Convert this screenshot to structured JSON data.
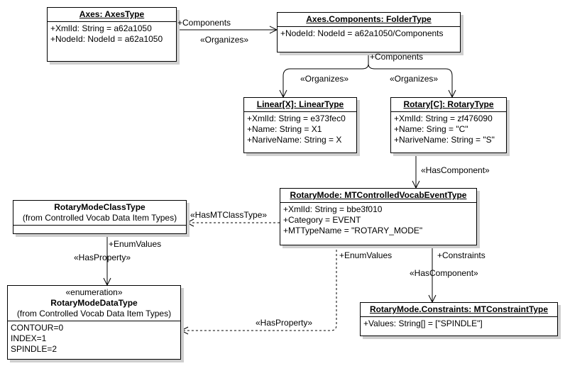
{
  "colors": {
    "line": "#000000",
    "shadow": "#cfcfcf",
    "background": "#ffffff"
  },
  "boxes": {
    "axes": {
      "title": "Axes: AxesType",
      "attrs": [
        "+XmlId: String = a62a1050",
        "+NodeId: NodeId = a62a1050"
      ]
    },
    "components": {
      "title": "Axes.Components: FolderType",
      "attrs": [
        "+NodeId: NodeId = a62a1050/Components"
      ]
    },
    "linear": {
      "title": "Linear[X]: LinearType",
      "attrs": [
        "+XmlId: String = e373fec0",
        "+Name: String = X1",
        "+NariveName: String = X"
      ]
    },
    "rotary": {
      "title": "Rotary[C]: RotaryType",
      "attrs": [
        "+XmlId: String = zf476090",
        "+Name: Sring = \"C\"",
        "+NariveName: String = \"S\""
      ]
    },
    "rotarymode": {
      "title": "RotaryMode: MTControlledVocabEventType",
      "attrs": [
        "+XmlId: String = bbe3f010",
        "+Category = EVENT",
        "+MTTypeName = \"ROTARY_MODE\""
      ]
    },
    "classtype": {
      "name": "RotaryModeClassType",
      "sub": "(from Controlled Vocab Data Item Types)"
    },
    "datatype": {
      "stereotype": "«enumeration»",
      "name": "RotaryModeDataType",
      "sub": "(from Controlled Vocab Data Item Types)",
      "attrs": [
        "CONTOUR=0",
        "INDEX=1",
        "SPINDLE=2"
      ]
    },
    "constraints": {
      "title": "RotaryMode.Constraints: MTConstraintType",
      "attrs": [
        "+Values: String[] = [\"SPINDLE\"]"
      ]
    }
  },
  "labels": {
    "axes_components_role": "+Components",
    "axes_components_stereo": "«Organizes»",
    "components_children_role": "+Components",
    "components_linear_stereo": "«Organizes»",
    "components_rotary_stereo": "«Organizes»",
    "rotary_mode_stereo": "«HasComponent»",
    "mode_class_stereo": "«HasMTClassType»",
    "class_data_role": "+EnumValues",
    "class_data_stereo": "«HasProperty»",
    "mode_data_role": "+EnumValues",
    "mode_data_stereo": "«HasProperty»",
    "mode_constraints_role": "+Constraints",
    "mode_constraints_stereo": "«HasComponent»"
  }
}
